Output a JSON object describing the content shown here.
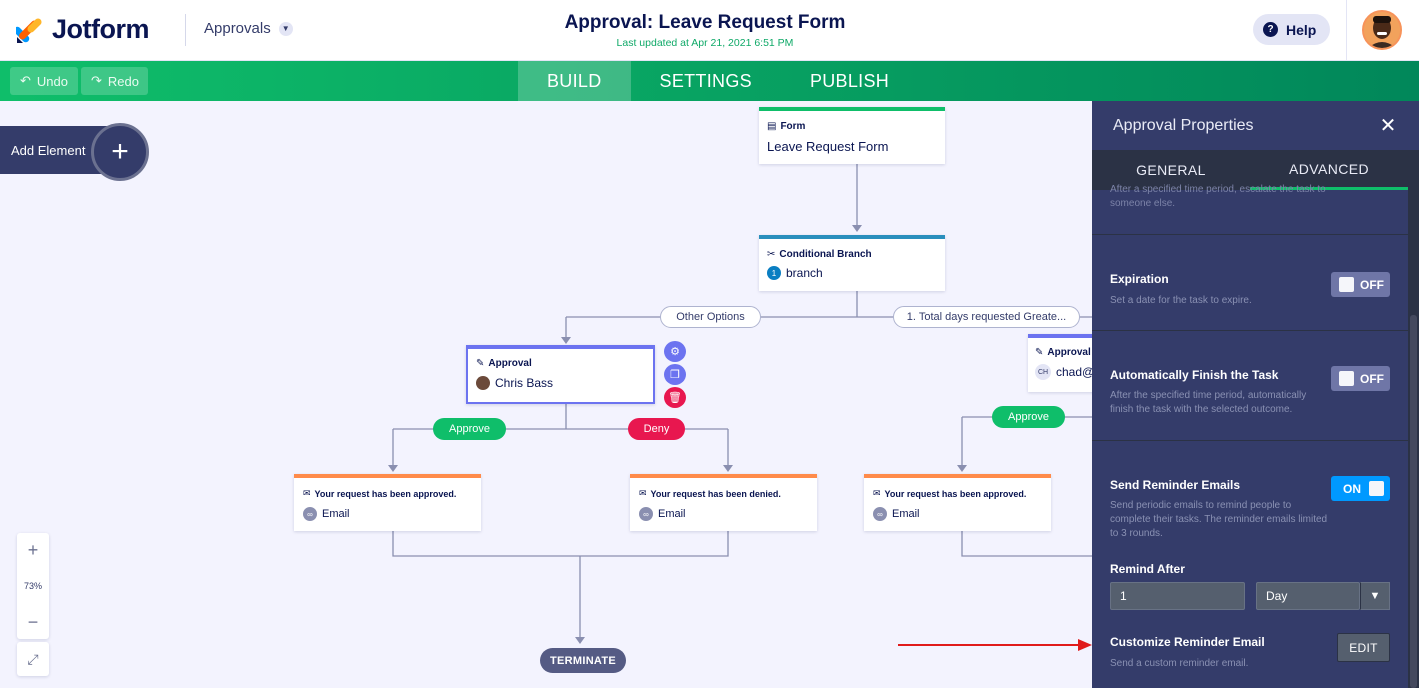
{
  "header": {
    "logo_text": "Jotform",
    "app_switch_label": "Approvals",
    "title": "Approval: Leave Request Form",
    "subtitle": "Last updated at Apr 21, 2021 6:51 PM",
    "help_label": "Help"
  },
  "toolbar": {
    "undo_label": "Undo",
    "redo_label": "Redo",
    "tabs": [
      {
        "label": "BUILD",
        "active": true
      },
      {
        "label": "SETTINGS",
        "active": false
      },
      {
        "label": "PUBLISH",
        "active": false
      }
    ]
  },
  "canvas": {
    "add_element_label": "Add Element",
    "zoom_level": "73%",
    "nodes": {
      "form": {
        "type": "Form",
        "value": "Leave Request Form"
      },
      "branch": {
        "type": "Conditional Branch",
        "count": "1",
        "value": "branch"
      },
      "approval_left": {
        "type": "Approval",
        "value": "Chris Bass"
      },
      "approval_right": {
        "type": "Approval",
        "initials": "CH",
        "value": "chad@jo"
      },
      "email_1": {
        "subject": "Your request has been approved.",
        "value": "Email"
      },
      "email_2": {
        "subject": "Your request has been denied.",
        "value": "Email"
      },
      "email_3": {
        "subject": "Your request has been approved.",
        "value": "Email"
      }
    },
    "branches": {
      "other": "Other Options",
      "condition": "1. Total days requested Greate..."
    },
    "outcomes": {
      "approve": "Approve",
      "deny": "Deny"
    },
    "terminate_label": "TERMINATE"
  },
  "panel": {
    "title": "Approval Properties",
    "tabs": [
      {
        "label": "GENERAL",
        "active": false
      },
      {
        "label": "ADVANCED",
        "active": true
      }
    ],
    "escalate_desc": "After a specified time period, escalate the task to someone else.",
    "expiration": {
      "label": "Expiration",
      "desc": "Set a date for the task to expire.",
      "toggle": "OFF"
    },
    "auto_finish": {
      "label": "Automatically Finish the Task",
      "desc": "After the specified time period, automatically finish the task with the selected outcome.",
      "toggle": "OFF"
    },
    "reminder": {
      "label": "Send Reminder Emails",
      "desc": "Send periodic emails to remind people to complete their tasks. The reminder emails limited to 3 rounds.",
      "toggle": "ON"
    },
    "remind_after": {
      "label": "Remind After",
      "value": "1",
      "unit": "Day"
    },
    "customize": {
      "label": "Customize Reminder Email",
      "desc": "Send a custom reminder email.",
      "button": "EDIT"
    }
  },
  "colors": {
    "brand_green": "#0fbe6a",
    "deny_red": "#e8174f",
    "panel_bg": "#343c6a",
    "annotation_arrow": "#e01b1b"
  }
}
